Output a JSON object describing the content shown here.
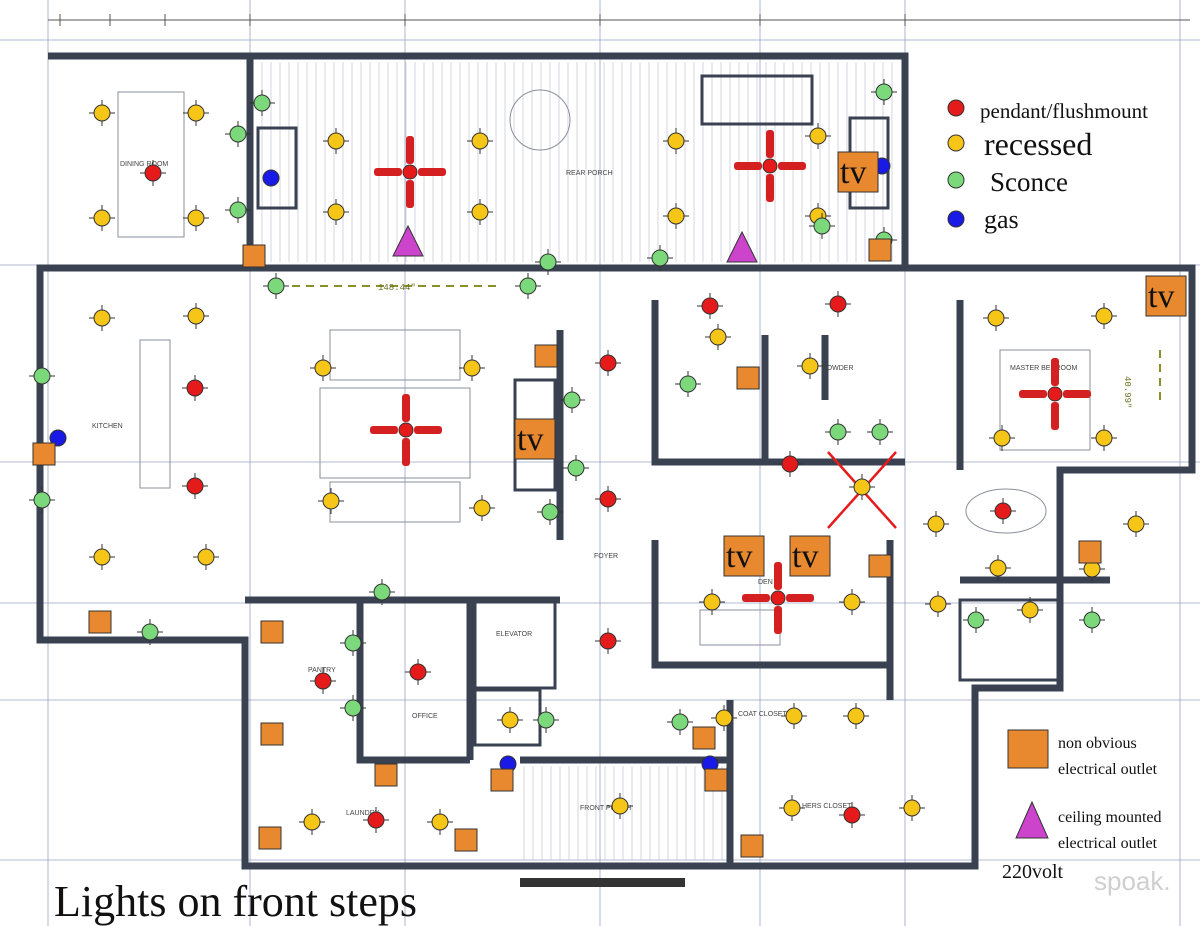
{
  "legend": {
    "pendant": "pendant/flushmount",
    "recessed": "recessed",
    "sconce": "Sconce",
    "gas": "gas",
    "outlet_line1": "non obvious",
    "outlet_line2": "electrical outlet",
    "ceiling_line1": "ceiling mounted",
    "ceiling_line2": "electrical outlet",
    "ceiling_line3": "220volt"
  },
  "colors": {
    "pendant": "#e51b1b",
    "recessed": "#f5c518",
    "sconce": "#7bd87b",
    "gas": "#1a1ae6",
    "outlet": "#e8892f",
    "ceiling_outlet": "#cc44cc",
    "wall": "#3a4150"
  },
  "notes": {
    "front_steps": "Lights on front steps",
    "watermark": "spoak."
  },
  "tv_label": "tv",
  "dimensions": {
    "living_width": "148.44\"",
    "master_height": "40.99\""
  },
  "rooms": {
    "dining": "DINING ROOM",
    "kitchen": "KITCHEN",
    "rear_porch": "REAR PORCH",
    "foyer": "FOYER",
    "den": "DEN",
    "office": "OFFICE",
    "laundry": "LAUNDRY",
    "elevator": "ELEVATOR",
    "master": "MASTER BEDROOM",
    "powder": "POWDER",
    "front_porch": "FRONT PORCH",
    "pantry": "PANTRY",
    "coat_closet": "COAT CLOSET",
    "hers_closet": "HERS CLOSET"
  },
  "fixtures": {
    "pendants": [
      [
        153,
        173
      ],
      [
        195,
        388
      ],
      [
        195,
        486
      ],
      [
        608,
        363
      ],
      [
        608,
        499
      ],
      [
        608,
        641
      ],
      [
        790,
        464
      ],
      [
        838,
        304
      ],
      [
        1003,
        511
      ],
      [
        418,
        672
      ],
      [
        323,
        681
      ],
      [
        376,
        820
      ],
      [
        852,
        815
      ],
      [
        710,
        306
      ]
    ],
    "recessed": [
      [
        102,
        113
      ],
      [
        196,
        113
      ],
      [
        102,
        218
      ],
      [
        196,
        218
      ],
      [
        102,
        318
      ],
      [
        196,
        316
      ],
      [
        102,
        557
      ],
      [
        206,
        557
      ],
      [
        336,
        141
      ],
      [
        480,
        141
      ],
      [
        336,
        212
      ],
      [
        480,
        212
      ],
      [
        676,
        141
      ],
      [
        676,
        216
      ],
      [
        818,
        136
      ],
      [
        818,
        216
      ],
      [
        323,
        368
      ],
      [
        472,
        368
      ],
      [
        331,
        501
      ],
      [
        482,
        508
      ],
      [
        718,
        337
      ],
      [
        810,
        366
      ],
      [
        996,
        318
      ],
      [
        1104,
        316
      ],
      [
        1002,
        438
      ],
      [
        1104,
        438
      ],
      [
        936,
        524
      ],
      [
        1136,
        524
      ],
      [
        998,
        568
      ],
      [
        1092,
        569
      ],
      [
        938,
        604
      ],
      [
        1030,
        610
      ],
      [
        712,
        602
      ],
      [
        852,
        602
      ],
      [
        510,
        720
      ],
      [
        724,
        718
      ],
      [
        794,
        716
      ],
      [
        856,
        716
      ],
      [
        620,
        806
      ],
      [
        792,
        808
      ],
      [
        912,
        808
      ],
      [
        312,
        822
      ],
      [
        440,
        822
      ],
      [
        862,
        487
      ]
    ],
    "sconces": [
      [
        262,
        103
      ],
      [
        238,
        134
      ],
      [
        238,
        210
      ],
      [
        884,
        92
      ],
      [
        884,
        240
      ],
      [
        276,
        286
      ],
      [
        528,
        286
      ],
      [
        548,
        262
      ],
      [
        660,
        258
      ],
      [
        822,
        226
      ],
      [
        42,
        376
      ],
      [
        42,
        500
      ],
      [
        150,
        632
      ],
      [
        382,
        592
      ],
      [
        353,
        643
      ],
      [
        353,
        708
      ],
      [
        572,
        400
      ],
      [
        576,
        468
      ],
      [
        550,
        512
      ],
      [
        688,
        384
      ],
      [
        838,
        432
      ],
      [
        880,
        432
      ],
      [
        976,
        620
      ],
      [
        1092,
        620
      ],
      [
        546,
        720
      ],
      [
        680,
        722
      ]
    ],
    "gas": [
      [
        271,
        178
      ],
      [
        882,
        166
      ],
      [
        58,
        438
      ],
      [
        508,
        764
      ],
      [
        710,
        764
      ]
    ],
    "outlets": [
      [
        254,
        256
      ],
      [
        546,
        356
      ],
      [
        748,
        378
      ],
      [
        44,
        454
      ],
      [
        100,
        622
      ],
      [
        272,
        632
      ],
      [
        272,
        734
      ],
      [
        386,
        775
      ],
      [
        502,
        780
      ],
      [
        716,
        780
      ],
      [
        704,
        738
      ],
      [
        1020,
        748
      ],
      [
        270,
        838
      ],
      [
        466,
        840
      ],
      [
        752,
        846
      ],
      [
        880,
        566
      ],
      [
        1090,
        552
      ],
      [
        880,
        250
      ]
    ],
    "ceiling_outlets": [
      [
        408,
        244
      ],
      [
        742,
        250
      ]
    ],
    "fans": [
      [
        410,
        172
      ],
      [
        770,
        166
      ],
      [
        406,
        430
      ],
      [
        1055,
        394
      ],
      [
        778,
        598
      ]
    ],
    "tvs": [
      [
        858,
        172
      ],
      [
        1166,
        296
      ],
      [
        535,
        439
      ],
      [
        744,
        556
      ],
      [
        810,
        556
      ]
    ]
  }
}
